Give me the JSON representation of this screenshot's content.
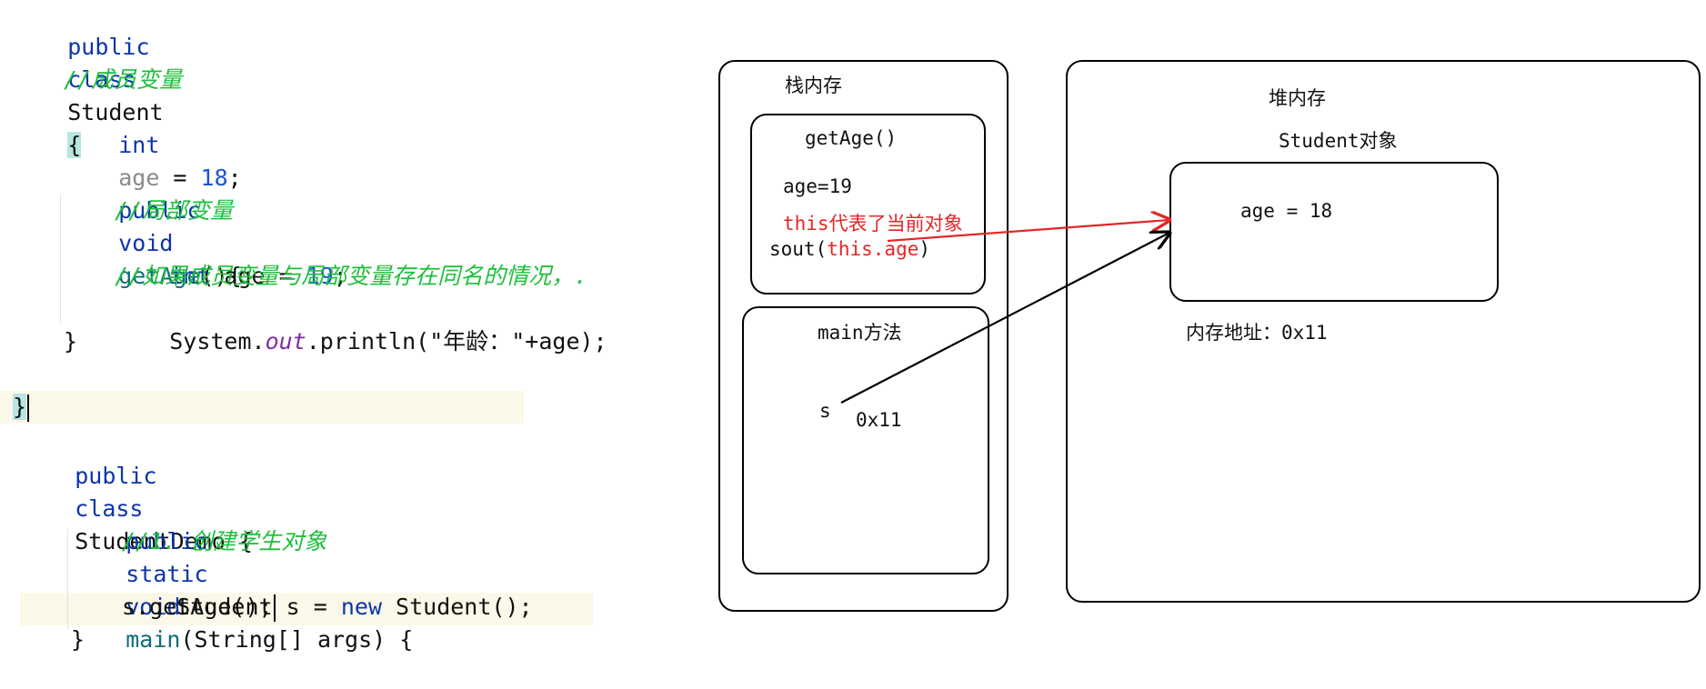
{
  "code_editor": {
    "student_class": {
      "header_kw1": "public",
      "header_kw2": "class",
      "header_name": "Student",
      "open_brace": "{",
      "comment_member": "//成员变量",
      "field_type": "int",
      "field_name": "age",
      "field_eq": " = ",
      "field_value": "18",
      "semicolon": ";",
      "method_kw1": "public",
      "method_kw2": "void",
      "method_name": "getAge",
      "method_tail": "(){",
      "comment_local": "//局部变量",
      "local_type": "int",
      "local_rest": " age = ",
      "local_value": "19",
      "comment_same_name": "//如果成员变量与局部变量存在同名的情况，.",
      "print_prefix": "System.",
      "print_field": "out",
      "print_suffix": ".println(\"年龄：\"+age);",
      "method_close": "}",
      "class_close": "}"
    },
    "demo_class": {
      "header_kw1": "public",
      "header_kw2": "class",
      "header_name": "StudentDemo {",
      "main_kw1": "public",
      "main_kw2": "static",
      "main_kw3": "void",
      "main_name": "main",
      "main_params": "(String[] args) {",
      "comment_create": "//1. 创建学生对象",
      "new_prefix": "Student s = ",
      "new_kw": "new",
      "new_suffix": " Student();",
      "call_line": "s.getAge();",
      "close_brace": "}"
    }
  },
  "diagram": {
    "stack_title": "栈内存",
    "heap_title": "堆内存",
    "getage_frame": {
      "title": "getAge()",
      "local_var": "age=19",
      "this_note": "this代表了当前对象",
      "sout_prefix": "sout(",
      "sout_arg": "this.age",
      "sout_suffix": ")"
    },
    "main_frame": {
      "title": "main方法",
      "var_name": "s",
      "var_value": "0x11"
    },
    "heap_object": {
      "title": "Student对象",
      "field": "age = 18",
      "address": "内存地址：0x11"
    },
    "colors": {
      "arrow_this": "#e32626",
      "arrow_ref": "#000000"
    }
  }
}
